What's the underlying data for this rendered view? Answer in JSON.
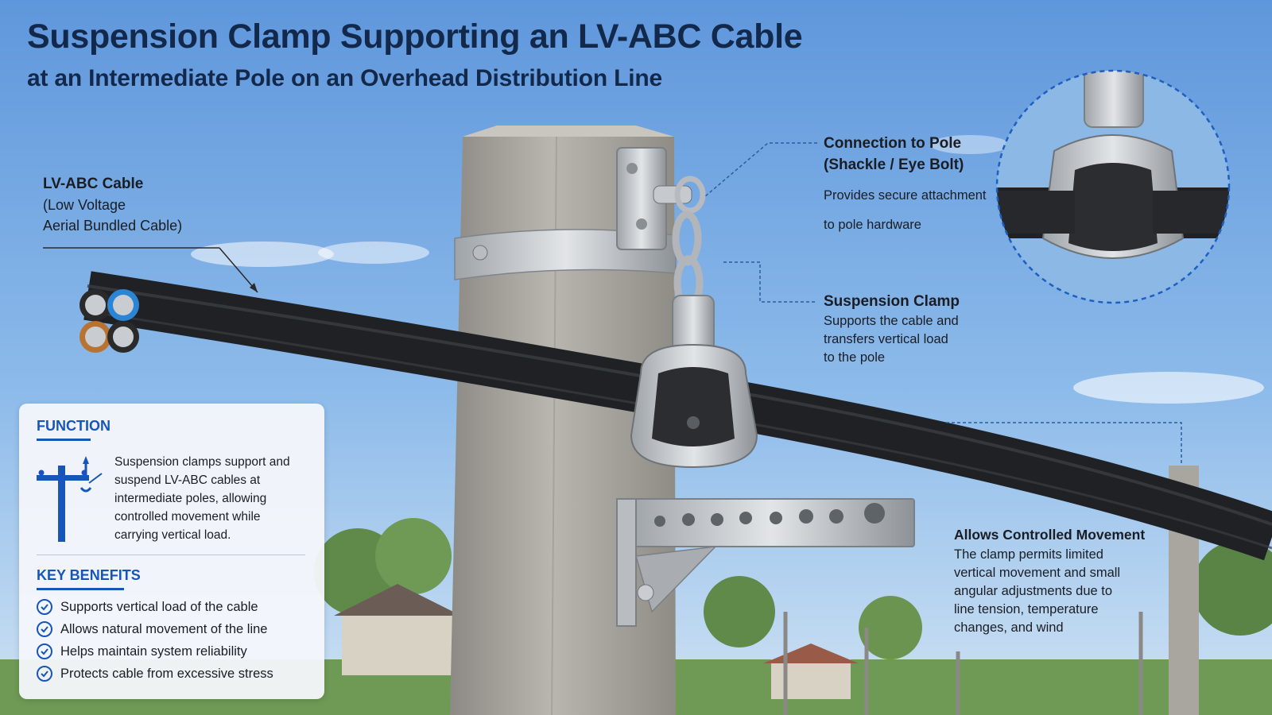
{
  "title": "Suspension Clamp Supporting an LV-ABC Cable",
  "subtitle": "at an Intermediate Pole on an Overhead Distribution Line",
  "callouts": {
    "cable": {
      "title": "LV-ABC Cable",
      "line1": "(Low Voltage",
      "line2": "Aerial Bundled Cable)"
    },
    "pole_connection": {
      "title_line1": "Connection to Pole",
      "title_line2": "(Shackle / Eye Bolt)",
      "line1": "Provides secure attachment",
      "line2": "to pole hardware"
    },
    "clamp": {
      "title": "Suspension Clamp",
      "line1": "Supports the cable and",
      "line2": "transfers vertical load",
      "line3": "to the pole"
    },
    "movement": {
      "title": "Allows Controlled Movement",
      "line1": "The clamp permits limited",
      "line2": "vertical movement and small",
      "line3": "angular adjustments due to",
      "line4": "line tension, temperature",
      "line5": "changes, and wind"
    }
  },
  "panel": {
    "function_title": "FUNCTION",
    "function_lines": [
      "Suspension clamps support and",
      "suspend LV-ABC cables at",
      "intermediate poles, allowing",
      "controlled movement while",
      "carrying vertical load."
    ],
    "benefits_title": "KEY BENEFITS",
    "benefits": [
      "Supports vertical load of the cable",
      "Allows natural movement of the line",
      "Helps maintain system reliability",
      "Protects cable from excessive stress"
    ]
  },
  "icons": {
    "function": "utility-pole-icon",
    "benefit": "check-circle-icon"
  },
  "colors": {
    "title": "#13294b",
    "accent": "#1756b8",
    "cable": "#1f2124",
    "pole": "#a8a59f",
    "metal": "#c4c8cc",
    "sky": "#7fb0e6",
    "callout_line": "#2a5d9f"
  }
}
